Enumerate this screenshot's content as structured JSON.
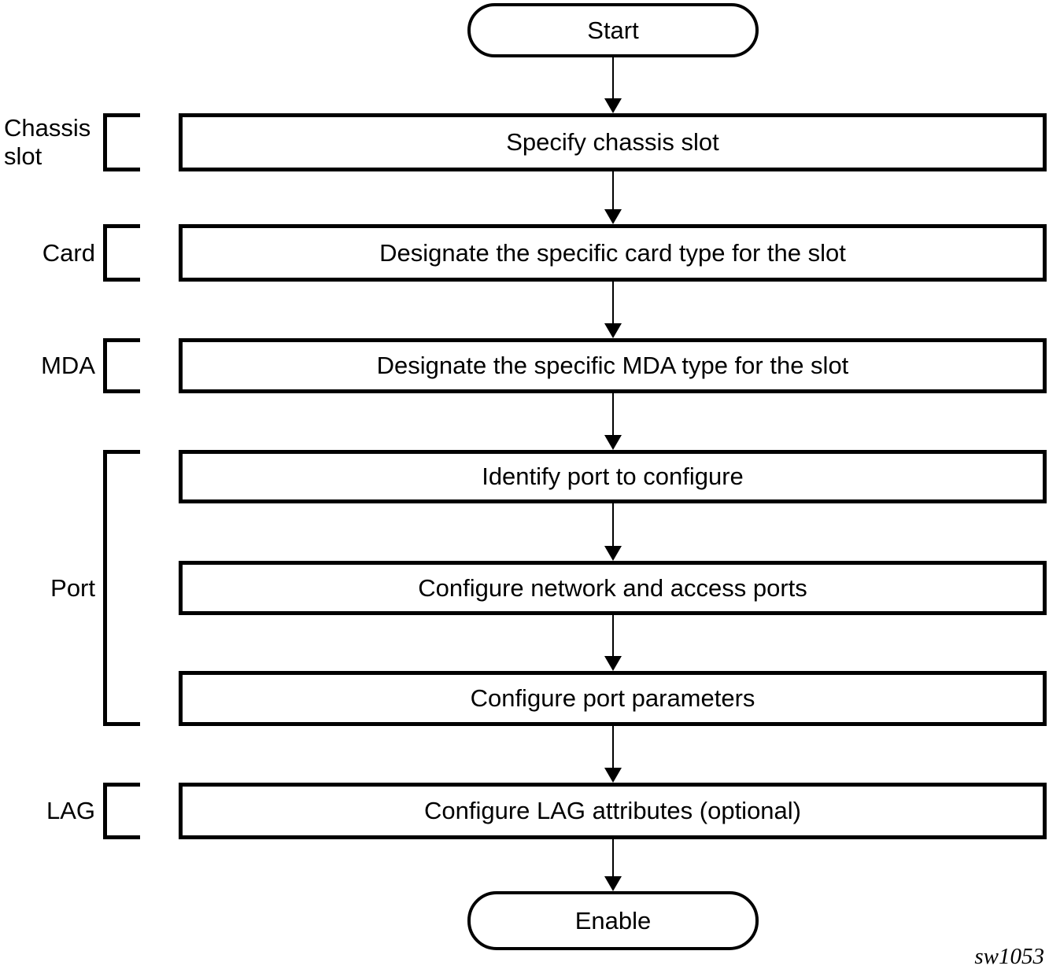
{
  "diagram": {
    "type": "flowchart",
    "start": {
      "label": "Start"
    },
    "end": {
      "label": "Enable"
    },
    "steps": [
      {
        "label": "Specify chassis slot",
        "group": "Chassis slot"
      },
      {
        "label": "Designate the specific card type for the slot",
        "group": "Card"
      },
      {
        "label": "Designate the specific MDA type for the slot",
        "group": "MDA"
      },
      {
        "label": "Identify port to configure",
        "group": "Port"
      },
      {
        "label": "Configure network and access ports",
        "group": "Port"
      },
      {
        "label": "Configure port parameters",
        "group": "Port"
      },
      {
        "label": "Configure LAG attributes (optional)",
        "group": "LAG"
      }
    ],
    "side_groups": [
      {
        "label": "Chassis slot",
        "spans_steps": [
          0
        ]
      },
      {
        "label": "Card",
        "spans_steps": [
          1
        ]
      },
      {
        "label": "MDA",
        "spans_steps": [
          2
        ]
      },
      {
        "label": "Port",
        "spans_steps": [
          3,
          4,
          5
        ]
      },
      {
        "label": "LAG",
        "spans_steps": [
          6
        ]
      }
    ],
    "watermark": "sw1053",
    "colors": {
      "stroke": "#000000",
      "background": "#ffffff"
    }
  }
}
